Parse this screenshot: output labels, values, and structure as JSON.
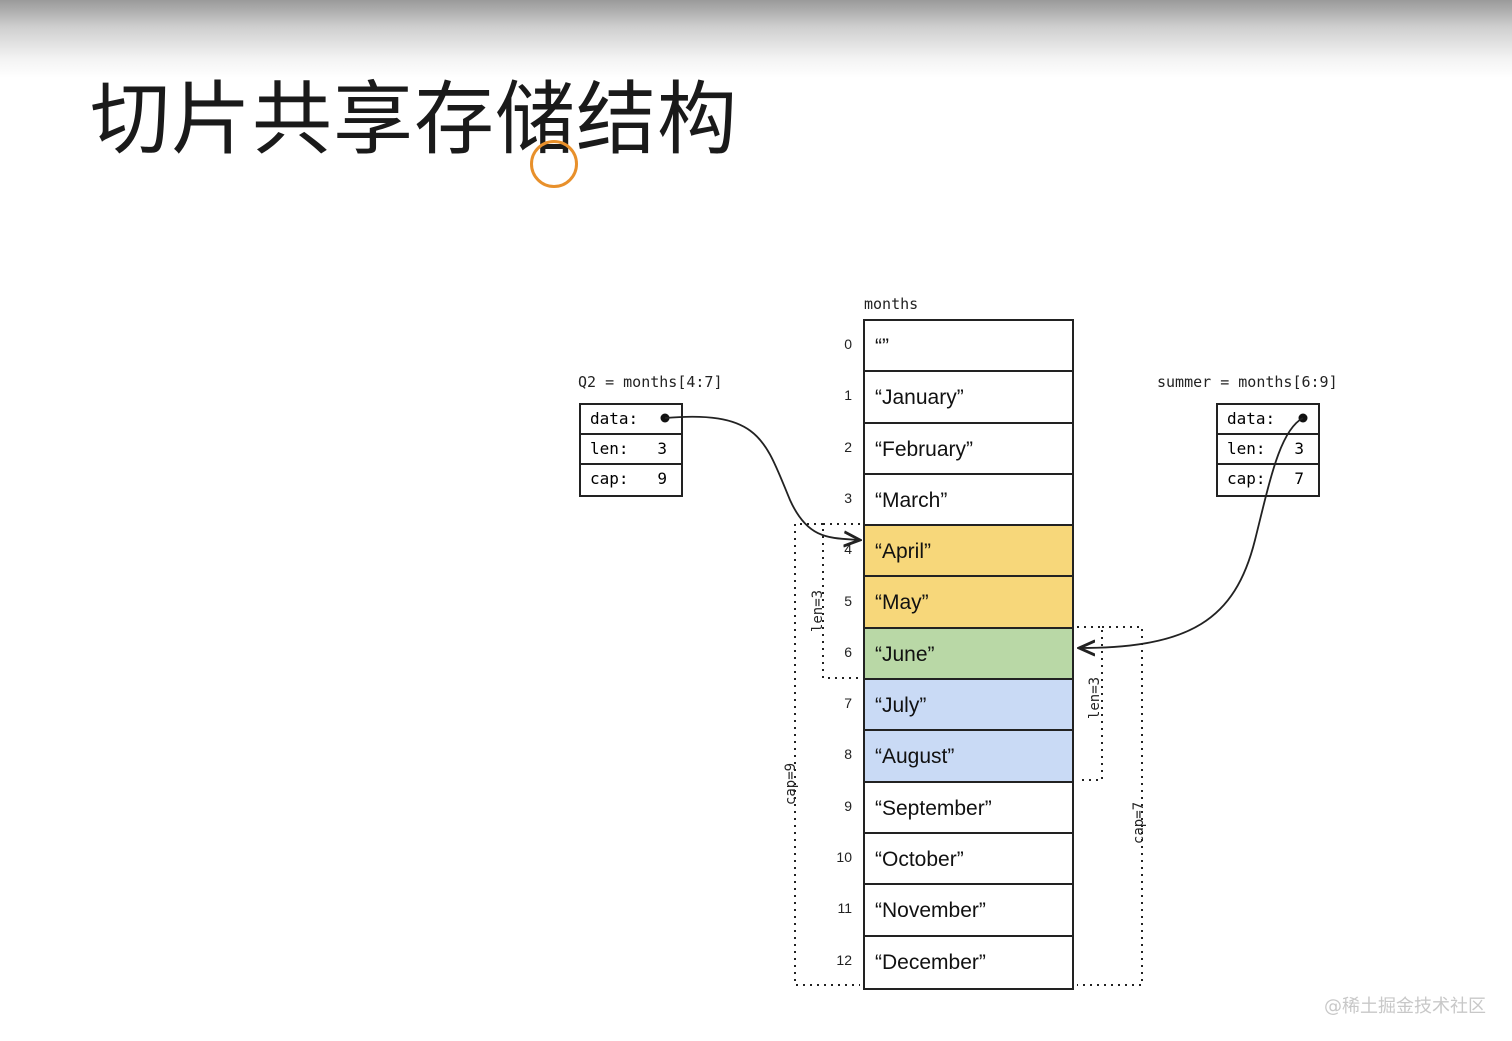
{
  "title": "切片共享存储结构",
  "array_label": "months",
  "cells": [
    {
      "index": "0",
      "value": "“”",
      "color": "#ffffff"
    },
    {
      "index": "1",
      "value": "“January”",
      "color": "#ffffff"
    },
    {
      "index": "2",
      "value": "“February”",
      "color": "#ffffff"
    },
    {
      "index": "3",
      "value": "“March”",
      "color": "#ffffff"
    },
    {
      "index": "4",
      "value": "“April”",
      "color": "#f7d77a"
    },
    {
      "index": "5",
      "value": "“May”",
      "color": "#f7d77a"
    },
    {
      "index": "6",
      "value": "“June”",
      "color": "#b9d8a6"
    },
    {
      "index": "7",
      "value": "“July”",
      "color": "#c9daf5"
    },
    {
      "index": "8",
      "value": "“August”",
      "color": "#c9daf5"
    },
    {
      "index": "9",
      "value": "“September”",
      "color": "#ffffff"
    },
    {
      "index": "10",
      "value": "“October”",
      "color": "#ffffff"
    },
    {
      "index": "11",
      "value": "“November”",
      "color": "#ffffff"
    },
    {
      "index": "12",
      "value": "“December”",
      "color": "#ffffff"
    }
  ],
  "q2": {
    "expr": "Q2 = months[4:7]",
    "data_label": "data:",
    "len_label": "len:",
    "len_value": "3",
    "cap_label": "cap:",
    "cap_value": "9",
    "len_annot": "len=3",
    "cap_annot": "cap=9"
  },
  "summer": {
    "expr": "summer = months[6:9]",
    "data_label": "data:",
    "len_label": "len:",
    "len_value": "3",
    "cap_label": "cap:",
    "cap_value": "7",
    "len_annot": "len=3",
    "cap_annot": "cap=7"
  },
  "watermark": "@稀土掘金技术社区"
}
